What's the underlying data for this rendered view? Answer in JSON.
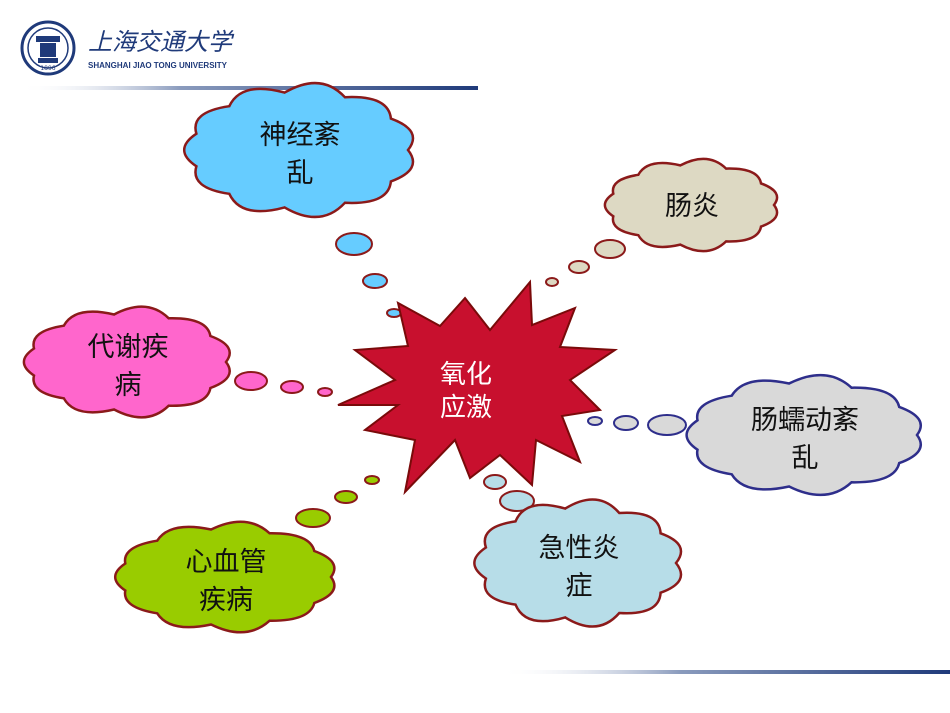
{
  "header": {
    "logo_cn": "上海交通大学",
    "logo_en": "SHANGHAI  JIAO TONG  UNIVERSITY",
    "seal_year": "1896"
  },
  "center": {
    "line1": "氧化",
    "line2": "应激",
    "color": "#c8102e"
  },
  "clouds": [
    {
      "line1": "神经紊",
      "line2": "乱",
      "fill": "#66ccff",
      "stroke": "#8b1a1a"
    },
    {
      "line1": "肠炎",
      "line2": "",
      "fill": "#ddd9c3",
      "stroke": "#8b1a1a"
    },
    {
      "line1": "代谢疾",
      "line2": "病",
      "fill": "#ff66cc",
      "stroke": "#8b1a1a"
    },
    {
      "line1": "肠蠕动紊",
      "line2": "乱",
      "fill": "#d9d9d9",
      "stroke": "#2e2e8b"
    },
    {
      "line1": "心血管",
      "line2": "疾病",
      "fill": "#99cc00",
      "stroke": "#8b1a1a"
    },
    {
      "line1": "急性炎",
      "line2": "症",
      "fill": "#b7dde8",
      "stroke": "#8b1a1a"
    }
  ],
  "colors": {
    "header_bar": "#1f3a7a",
    "brand_blue": "#1f3a7a"
  }
}
